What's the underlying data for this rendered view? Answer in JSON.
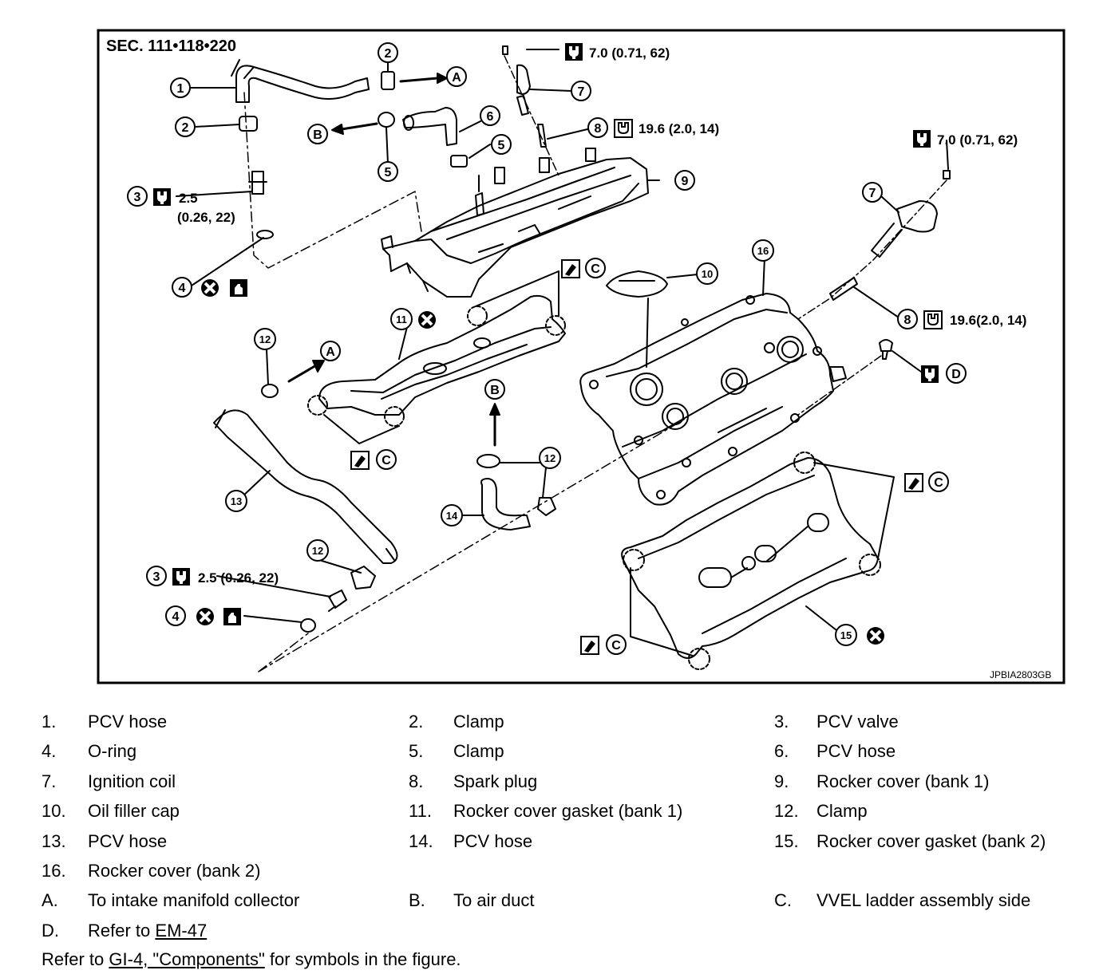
{
  "figure": {
    "section": "SEC. 111•118•220",
    "code": "JPBIA2803GB",
    "callouts": {
      "n1": "1",
      "n2": "2",
      "n3": "3",
      "n4": "4",
      "n5": "5",
      "n6": "6",
      "n7": "7",
      "n8": "8",
      "n9": "9",
      "n10": "10",
      "n11": "11",
      "n12": "12",
      "n13": "13",
      "n14": "14",
      "n15": "15",
      "n16": "16",
      "A": "A",
      "B": "B",
      "C": "C",
      "D": "D"
    },
    "torques": {
      "t_bolt_top": "7.0 (0.71, 62)",
      "t_plug_top": "19.6 (2.0, 14)",
      "t_bolt_right": "7.0 (0.71, 62)",
      "t_plug_right": "19.6(2.0, 14)",
      "t_valve_top_a": "2.5",
      "t_valve_top_b": "(0.26, 22)",
      "t_valve_bottom": "2.5 (0.26, 22)"
    }
  },
  "legend": [
    {
      "num": "1.",
      "label": "PCV hose"
    },
    {
      "num": "2.",
      "label": "Clamp"
    },
    {
      "num": "3.",
      "label": "PCV valve"
    },
    {
      "num": "4.",
      "label": "O-ring"
    },
    {
      "num": "5.",
      "label": "Clamp"
    },
    {
      "num": "6.",
      "label": "PCV hose"
    },
    {
      "num": "7.",
      "label": "Ignition coil"
    },
    {
      "num": "8.",
      "label": "Spark plug"
    },
    {
      "num": "9.",
      "label": "Rocker cover (bank 1)"
    },
    {
      "num": "10.",
      "label": "Oil filler cap"
    },
    {
      "num": "11.",
      "label": "Rocker cover gasket (bank 1)"
    },
    {
      "num": "12.",
      "label": "Clamp"
    },
    {
      "num": "13.",
      "label": "PCV hose"
    },
    {
      "num": "14.",
      "label": "PCV hose"
    },
    {
      "num": "15.",
      "label": "Rocker cover gasket (bank 2)"
    },
    {
      "num": "16.",
      "label": "Rocker cover (bank 2)"
    },
    {
      "num": "A.",
      "label": "To intake manifold collector"
    },
    {
      "num": "B.",
      "label": "To air duct"
    },
    {
      "num": "C.",
      "label": "VVEL ladder assembly side"
    },
    {
      "num": "D.",
      "label": "Refer to",
      "link": "EM-47"
    }
  ],
  "footer": {
    "prefix": "Refer to",
    "link": "GI-4, \"Components\"",
    "suffix": "for symbols in the figure."
  }
}
